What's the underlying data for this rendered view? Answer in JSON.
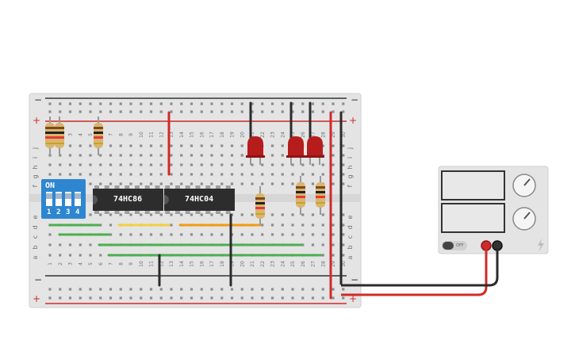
{
  "breadboard": {
    "rail_minus_label": "−",
    "rail_plus_label": "+",
    "row_letters_top": [
      "j",
      "i",
      "h",
      "g",
      "f"
    ],
    "row_letters_bottom": [
      "e",
      "d",
      "c",
      "b",
      "a"
    ],
    "column_numbers": [
      "1",
      "2",
      "3",
      "4",
      "5",
      "6",
      "7",
      "8",
      "9",
      "10",
      "11",
      "12",
      "13",
      "14",
      "15",
      "16",
      "17",
      "18",
      "19",
      "20",
      "21",
      "22",
      "23",
      "24",
      "25",
      "26",
      "27",
      "28",
      "29",
      "30"
    ]
  },
  "dip_switch": {
    "on_label": "ON",
    "switch_numbers": [
      "1",
      "2",
      "3",
      "4"
    ],
    "color": "#2e86d1"
  },
  "chips": [
    {
      "label": "74HC86"
    },
    {
      "label": "74HC04"
    }
  ],
  "power_supply": {
    "off_label": "OFF"
  },
  "colors": {
    "wire_red": "#d12a2a",
    "wire_black": "#2b2b2b",
    "wire_green": "#4caf50",
    "wire_yellow": "#f4d03f",
    "wire_orange": "#f39c12",
    "led": "#b71c1c",
    "board": "#e4e4e4",
    "chip": "#2d2d2d"
  }
}
